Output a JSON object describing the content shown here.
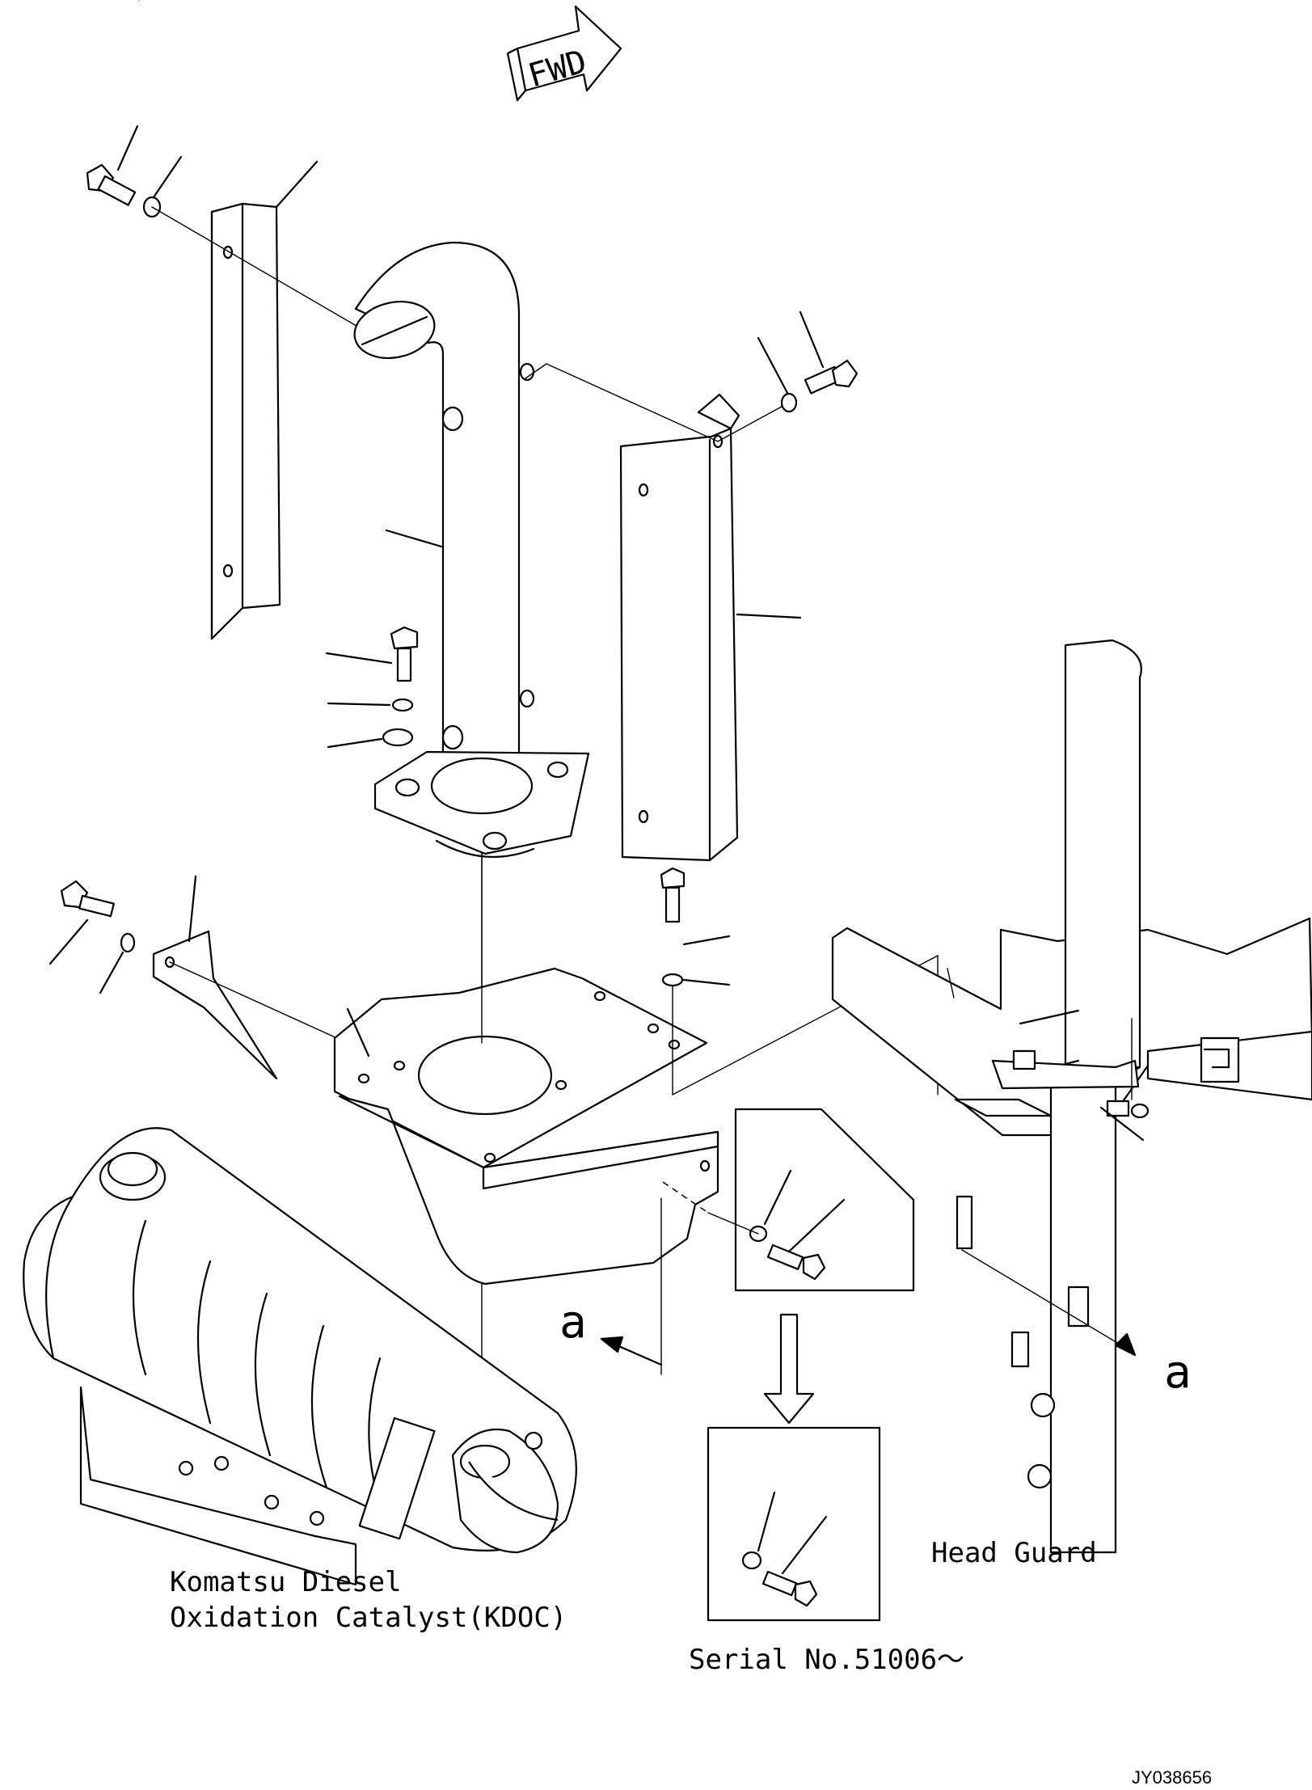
{
  "diagram": {
    "forward_marker": "FWD",
    "view_letter_left": "a",
    "view_letter_right": "a",
    "label_catalyst_line1": "Komatsu Diesel",
    "label_catalyst_line2": "Oxidation Catalyst(KDOC)",
    "label_head_guard": "Head Guard",
    "label_serial": "Serial No.51006～",
    "drawing_id": "JY038656"
  }
}
